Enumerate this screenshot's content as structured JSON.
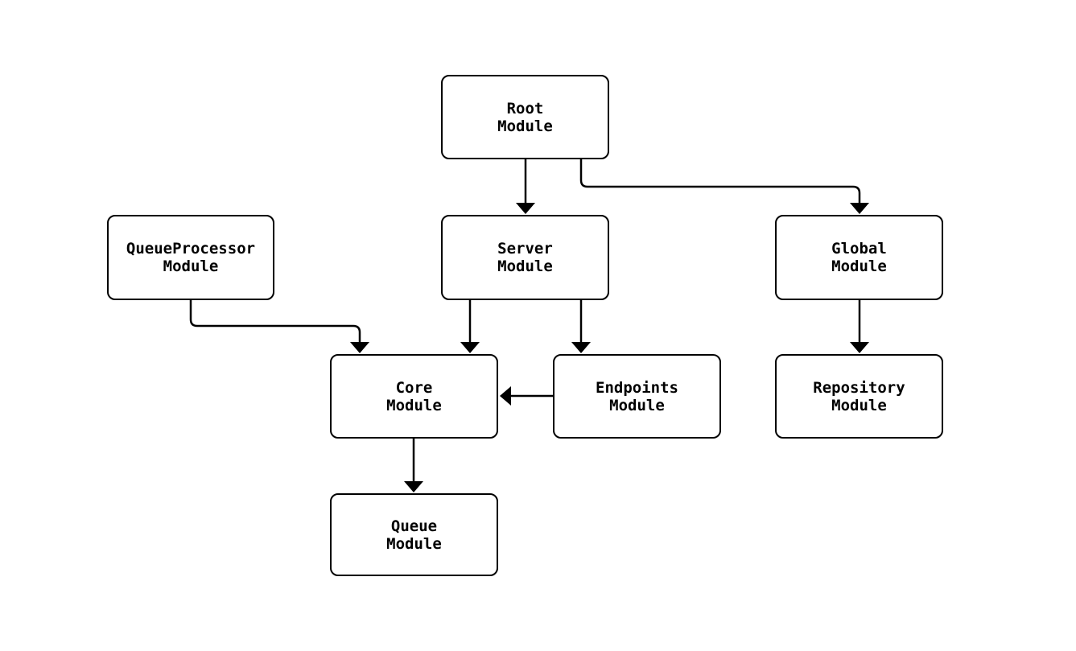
{
  "diagram": {
    "type": "flowchart",
    "background_color": "#ffffff",
    "stroke_color": "#000000",
    "node_fill_color": "#ffffff",
    "text_color": "#000000",
    "nodes": [
      {
        "id": "root",
        "label": "Root\nModule"
      },
      {
        "id": "queueprocessor",
        "label": "QueueProcessor\nModule"
      },
      {
        "id": "server",
        "label": "Server\nModule"
      },
      {
        "id": "global",
        "label": "Global\nModule"
      },
      {
        "id": "core",
        "label": "Core\nModule"
      },
      {
        "id": "endpoints",
        "label": "Endpoints\nModule"
      },
      {
        "id": "repository",
        "label": "Repository\nModule"
      },
      {
        "id": "queue",
        "label": "Queue\nModule"
      }
    ],
    "edges": [
      {
        "from": "root",
        "to": "server"
      },
      {
        "from": "root",
        "to": "global"
      },
      {
        "from": "queueprocessor",
        "to": "core"
      },
      {
        "from": "server",
        "to": "core"
      },
      {
        "from": "server",
        "to": "endpoints"
      },
      {
        "from": "endpoints",
        "to": "core"
      },
      {
        "from": "global",
        "to": "repository"
      },
      {
        "from": "core",
        "to": "queue"
      }
    ]
  }
}
